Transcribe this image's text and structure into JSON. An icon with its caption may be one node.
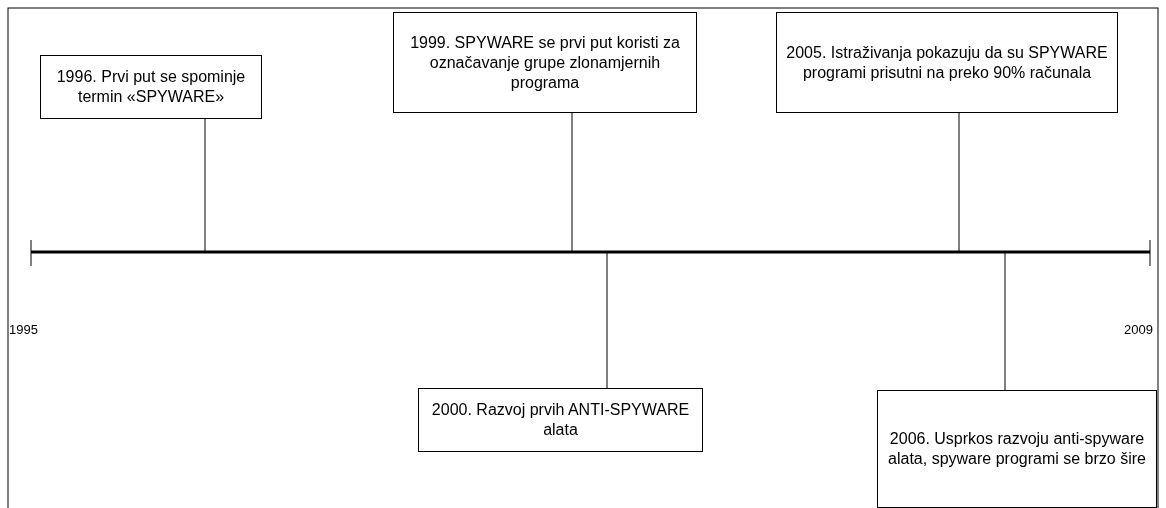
{
  "diagram": {
    "nodes": [
      {
        "text": [
          "1996. Prvi put se spominje termin «SPYWARE»"
        ]
      },
      {
        "text": [
          "1999. SPYWARE se prvi put koristi za označavanje grupe zlonamjernih programa"
        ]
      },
      {
        "text": [
          "2005. Istraživanja pokazuju da su SPYWARE programi prisutni na preko 90% računala"
        ]
      },
      {
        "text": [
          "2000. Razvoj prvih ANTI-SPYWARE alata"
        ]
      },
      {
        "text": [
          "2006. Usprkos razvoju anti-spyware alata, spyware programi se brzo šire"
        ]
      }
    ],
    "edges": [
      {
        "from": 0,
        "to": null,
        "arrow": "none"
      },
      {
        "from": 1,
        "to": null,
        "arrow": "none"
      },
      {
        "from": 2,
        "to": null,
        "arrow": "none"
      },
      {
        "from": 3,
        "to": null,
        "arrow": "none"
      },
      {
        "from": 4,
        "to": null,
        "arrow": "none"
      }
    ],
    "labels": [
      "1995",
      "2009"
    ]
  }
}
